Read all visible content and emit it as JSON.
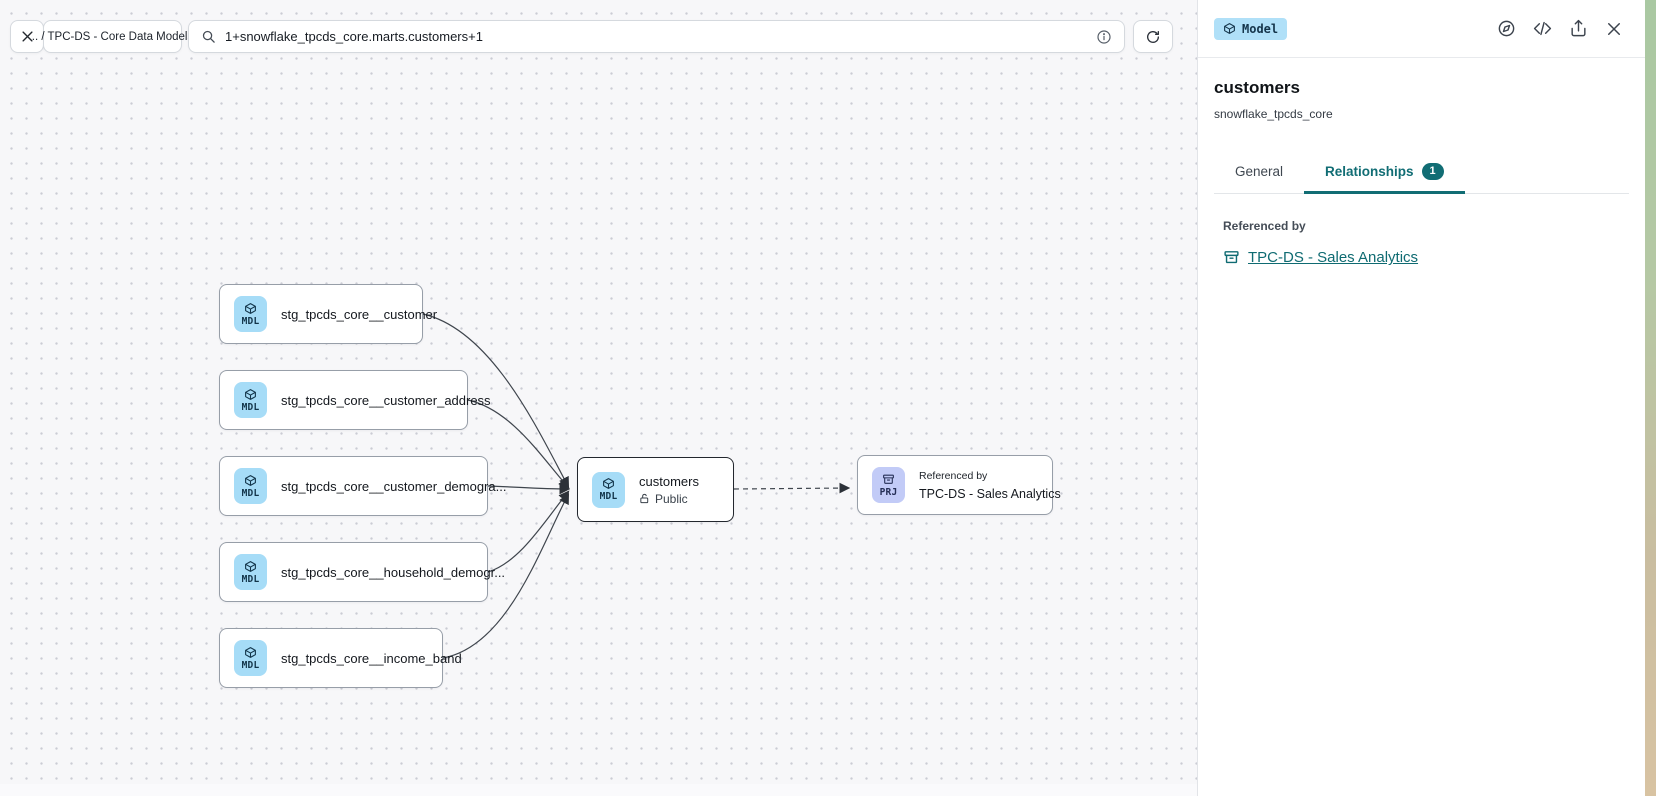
{
  "toolbar": {
    "close_label": "close lineage view",
    "breadcrumb": ".. / TPC-DS - Core Data Models",
    "search_value": "1+snowflake_tpcds_core.marts.customers+1",
    "refresh_label": "refresh lineage"
  },
  "graph": {
    "upstream_nodes": [
      {
        "badge": "MDL",
        "label": "stg_tpcds_core__customer"
      },
      {
        "badge": "MDL",
        "label": "stg_tpcds_core__customer_address"
      },
      {
        "badge": "MDL",
        "label": "stg_tpcds_core__customer_demogra..."
      },
      {
        "badge": "MDL",
        "label": "stg_tpcds_core__household_demogr..."
      },
      {
        "badge": "MDL",
        "label": "stg_tpcds_core__income_band"
      }
    ],
    "center_node": {
      "badge": "MDL",
      "label": "customers",
      "visibility": "Public"
    },
    "downstream_node": {
      "badge": "PRJ",
      "caption": "Referenced by",
      "label": "TPC-DS - Sales Analytics"
    }
  },
  "panel": {
    "type_badge": "Model",
    "title": "customers",
    "subtitle": "snowflake_tpcds_core",
    "tabs": [
      {
        "label": "General"
      },
      {
        "label": "Relationships",
        "count": "1"
      }
    ],
    "section_label": "Referenced by",
    "reference_link": "TPC-DS - Sales Analytics"
  },
  "colors": {
    "accent_teal": "#116d74",
    "model_badge_blue": "#b0e0f8",
    "mdl_badge_blue": "#a6dcf7",
    "prj_badge_purple": "#c2cbf7",
    "selected_node_border": "#23272e",
    "canvas_bg": "#f7f7f9"
  }
}
